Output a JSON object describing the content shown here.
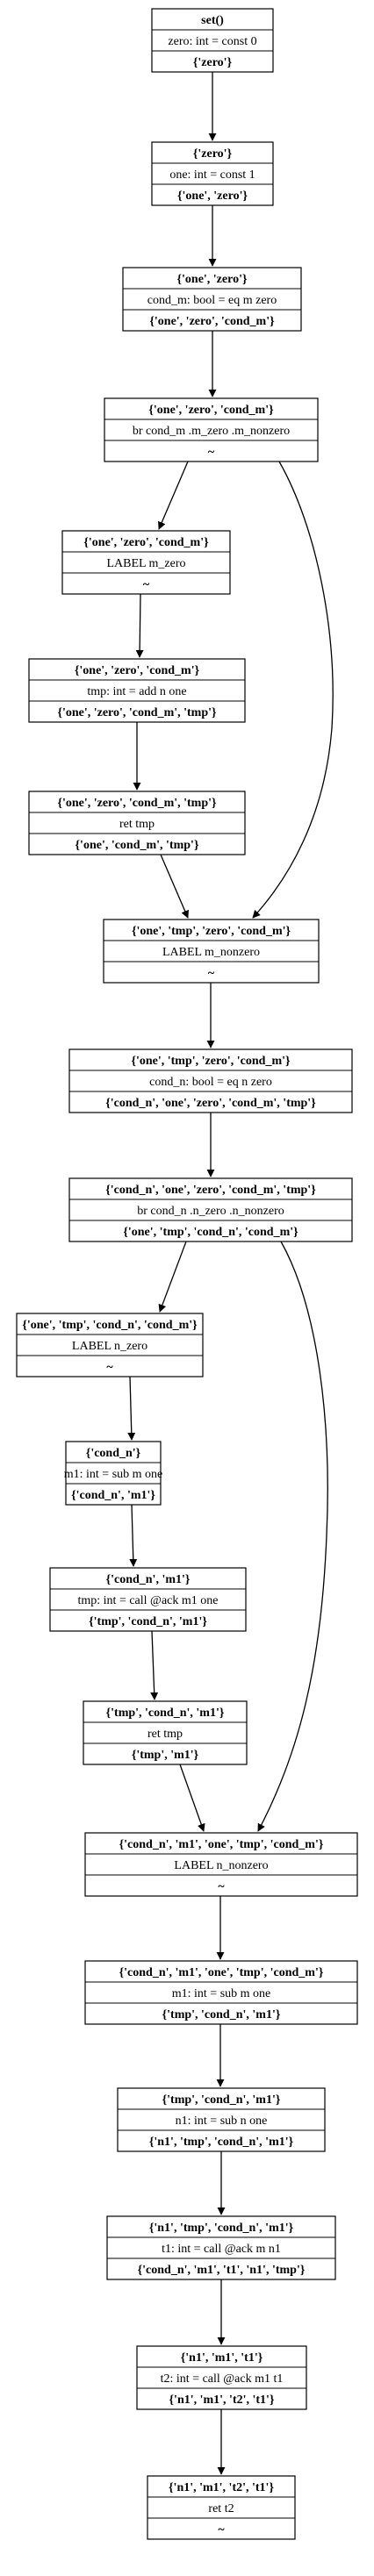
{
  "nodes": [
    {
      "id": "n0",
      "rows": [
        "set()",
        "zero: int = const 0",
        "{'zero'}"
      ]
    },
    {
      "id": "n1",
      "rows": [
        "{'zero'}",
        "one: int = const 1",
        "{'one', 'zero'}"
      ]
    },
    {
      "id": "n2",
      "rows": [
        "{'one', 'zero'}",
        "cond_m: bool = eq m zero",
        "{'one', 'zero', 'cond_m'}"
      ]
    },
    {
      "id": "n3",
      "rows": [
        "{'one', 'zero', 'cond_m'}",
        "br cond_m .m_zero .m_nonzero",
        "~"
      ]
    },
    {
      "id": "n4",
      "rows": [
        "{'one', 'zero', 'cond_m'}",
        "LABEL m_zero",
        "~"
      ]
    },
    {
      "id": "n5",
      "rows": [
        "{'one', 'zero', 'cond_m'}",
        "tmp: int = add n one",
        "{'one', 'zero', 'cond_m', 'tmp'}"
      ]
    },
    {
      "id": "n6",
      "rows": [
        "{'one', 'zero', 'cond_m', 'tmp'}",
        "ret tmp",
        "{'one', 'cond_m', 'tmp'}"
      ]
    },
    {
      "id": "n7",
      "rows": [
        "{'one', 'tmp', 'zero', 'cond_m'}",
        "LABEL m_nonzero",
        "~"
      ]
    },
    {
      "id": "n8",
      "rows": [
        "{'one', 'tmp', 'zero', 'cond_m'}",
        "cond_n: bool = eq n zero",
        "{'cond_n', 'one', 'zero', 'cond_m', 'tmp'}"
      ]
    },
    {
      "id": "n9",
      "rows": [
        "{'cond_n', 'one', 'zero', 'cond_m', 'tmp'}",
        "br cond_n .n_zero .n_nonzero",
        "{'one', 'tmp', 'cond_n', 'cond_m'}"
      ]
    },
    {
      "id": "n10",
      "rows": [
        "{'one', 'tmp', 'cond_n', 'cond_m'}",
        "LABEL n_zero",
        "~"
      ]
    },
    {
      "id": "n11",
      "rows": [
        "{'cond_n'}",
        "m1: int = sub m one",
        "{'cond_n', 'm1'}"
      ]
    },
    {
      "id": "n12",
      "rows": [
        "{'cond_n', 'm1'}",
        "tmp: int = call @ack m1 one",
        "{'tmp', 'cond_n', 'm1'}"
      ]
    },
    {
      "id": "n13",
      "rows": [
        "{'tmp', 'cond_n', 'm1'}",
        "ret tmp",
        "{'tmp', 'm1'}"
      ]
    },
    {
      "id": "n14",
      "rows": [
        "{'cond_n', 'm1', 'one', 'tmp', 'cond_m'}",
        "LABEL n_nonzero",
        "~"
      ]
    },
    {
      "id": "n15",
      "rows": [
        "{'cond_n', 'm1', 'one', 'tmp', 'cond_m'}",
        "m1: int = sub m one",
        "{'tmp', 'cond_n', 'm1'}"
      ]
    },
    {
      "id": "n16",
      "rows": [
        "{'tmp', 'cond_n', 'm1'}",
        "n1: int = sub n one",
        "{'n1', 'tmp', 'cond_n', 'm1'}"
      ]
    },
    {
      "id": "n17",
      "rows": [
        "{'n1', 'tmp', 'cond_n', 'm1'}",
        "t1: int = call @ack m n1",
        "{'cond_n', 'm1', 't1', 'n1', 'tmp'}"
      ]
    },
    {
      "id": "n18",
      "rows": [
        "{'n1', 'm1', 't1'}",
        "t2: int = call @ack m1 t1",
        "{'n1', 'm1', 't2', 't1'}"
      ]
    },
    {
      "id": "n19",
      "rows": [
        "{'n1', 'm1', 't2', 't1'}",
        "ret t2",
        "~"
      ]
    }
  ],
  "edges": [
    {
      "from": "n0",
      "to": "n1"
    },
    {
      "from": "n1",
      "to": "n2"
    },
    {
      "from": "n2",
      "to": "n3"
    },
    {
      "from": "n3",
      "to": "n4"
    },
    {
      "from": "n3",
      "to": "n7"
    },
    {
      "from": "n4",
      "to": "n5"
    },
    {
      "from": "n5",
      "to": "n6"
    },
    {
      "from": "n6",
      "to": "n7"
    },
    {
      "from": "n7",
      "to": "n8"
    },
    {
      "from": "n8",
      "to": "n9"
    },
    {
      "from": "n9",
      "to": "n10"
    },
    {
      "from": "n9",
      "to": "n14"
    },
    {
      "from": "n10",
      "to": "n11"
    },
    {
      "from": "n11",
      "to": "n12"
    },
    {
      "from": "n12",
      "to": "n13"
    },
    {
      "from": "n13",
      "to": "n14"
    },
    {
      "from": "n14",
      "to": "n15"
    },
    {
      "from": "n15",
      "to": "n16"
    },
    {
      "from": "n16",
      "to": "n17"
    },
    {
      "from": "n17",
      "to": "n18"
    },
    {
      "from": "n18",
      "to": "n19"
    }
  ]
}
